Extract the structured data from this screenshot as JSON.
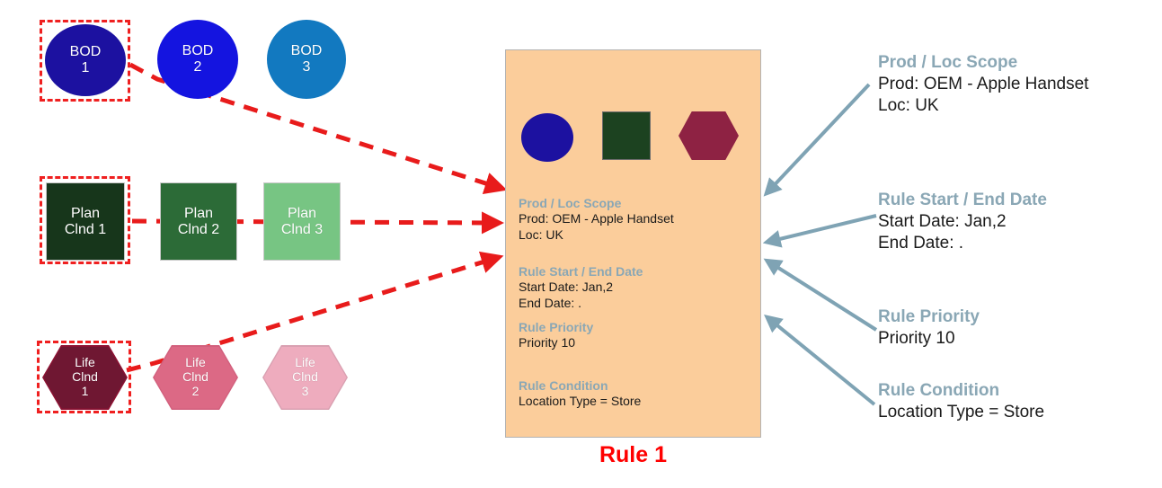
{
  "diagram": {
    "title": "Rule 1",
    "title_color": "#ff0000"
  },
  "left_groups": [
    {
      "group_name": "bod-row",
      "shape": "circle",
      "nodes": [
        {
          "label": "BOD\n1",
          "color": "#1c11a0",
          "selected": true
        },
        {
          "label": "BOD\n2",
          "color": "#1414e0",
          "selected": false
        },
        {
          "label": "BOD\n3",
          "color": "#1279c0",
          "selected": false
        }
      ]
    },
    {
      "group_name": "plan-calendar-row",
      "shape": "square",
      "nodes": [
        {
          "label": "Plan\nClnd 1",
          "color": "#17361b",
          "selected": true
        },
        {
          "label": "Plan\nClnd 2",
          "color": "#2c6b37",
          "selected": false
        },
        {
          "label": "Plan\nClnd 3",
          "color": "#77c583",
          "selected": false
        }
      ]
    },
    {
      "group_name": "life-calendar-row",
      "shape": "hexagon",
      "nodes": [
        {
          "label": "Life\nClnd\n1",
          "color": "#6f1732",
          "border": "#8d1233",
          "selected": true
        },
        {
          "label": "Life\nClnd\n2",
          "color": "#dc6985",
          "border": "#d2607d",
          "selected": false
        },
        {
          "label": "Life\nClnd\n3",
          "color": "#eeacbe",
          "border": "#d9a0b1",
          "selected": false
        }
      ]
    }
  ],
  "rule_panel": {
    "background": "#fbcd9b",
    "icons": [
      {
        "name": "circle-icon",
        "shape": "circle",
        "color": "#1c11a0"
      },
      {
        "name": "square-icon",
        "shape": "square",
        "color": "#1c4220"
      },
      {
        "name": "hexagon-icon",
        "shape": "hexagon",
        "color": "#8e2243"
      }
    ],
    "sections": [
      {
        "heading": "Prod / Loc Scope",
        "lines": [
          "Prod: OEM - Apple Handset",
          "Loc: UK"
        ]
      },
      {
        "heading": "Rule Start / End Date",
        "lines": [
          "Start Date: Jan,2",
          "End Date: ."
        ]
      },
      {
        "heading": "Rule Priority",
        "lines": [
          "Priority 10"
        ]
      },
      {
        "heading": "Rule Condition",
        "lines": [
          "Location Type = Store"
        ]
      }
    ]
  },
  "annotations": [
    {
      "heading": "Prod / Loc Scope",
      "lines": [
        "Prod: OEM - Apple Handset",
        "Loc: UK"
      ]
    },
    {
      "heading": "Rule Start / End Date",
      "lines": [
        "Start Date: Jan,2",
        "End Date: ."
      ]
    },
    {
      "heading": "Rule Priority",
      "lines": [
        "Priority 10"
      ]
    },
    {
      "heading": "Rule Condition",
      "lines": [
        "Location Type = Store"
      ]
    }
  ],
  "colors": {
    "red_connector": "#e81b1b",
    "blue_connector": "#7fa3b4",
    "heading": "#8aa7b5",
    "panel_bg": "#fbcd9b"
  }
}
